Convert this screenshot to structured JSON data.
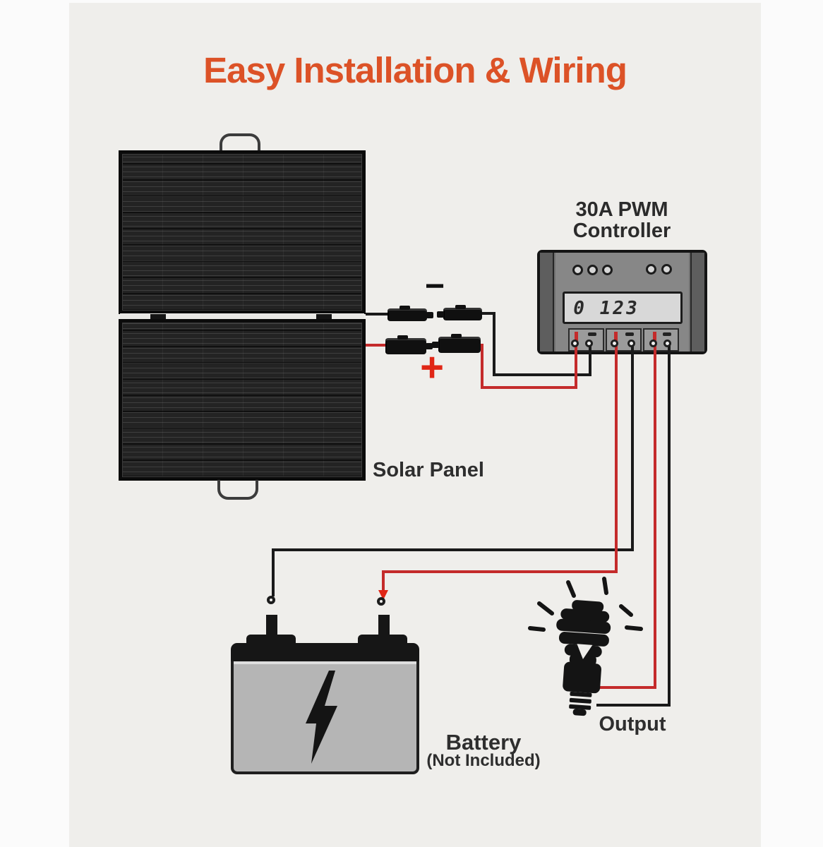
{
  "page": {
    "title": "Easy Installation & Wiring"
  },
  "solar_panel": {
    "label": "Solar Panel"
  },
  "connectors": {
    "negative_symbol": "−",
    "positive_symbol": "+"
  },
  "controller": {
    "label_line1": "30A PWM",
    "label_line2": "Controller",
    "display_reading": "0 123"
  },
  "battery": {
    "label": "Battery",
    "note": "(Not Included)"
  },
  "output": {
    "label": "Output"
  },
  "colors": {
    "accent_orange": "#DC5227",
    "wire_red": "#C42B2B",
    "plus_red": "#E02616",
    "wire_black": "#1A1A1A",
    "label_dark": "#2E2E2E",
    "canvas_bg": "#EFEEEB",
    "controller_body": "#707070",
    "controller_panel": "#878787",
    "lcd_bg": "#D8D8D8",
    "terminal_box": "#9B9B9B",
    "battery_gray": "#B5B5B5",
    "panel_black": "#1E1E1E"
  }
}
